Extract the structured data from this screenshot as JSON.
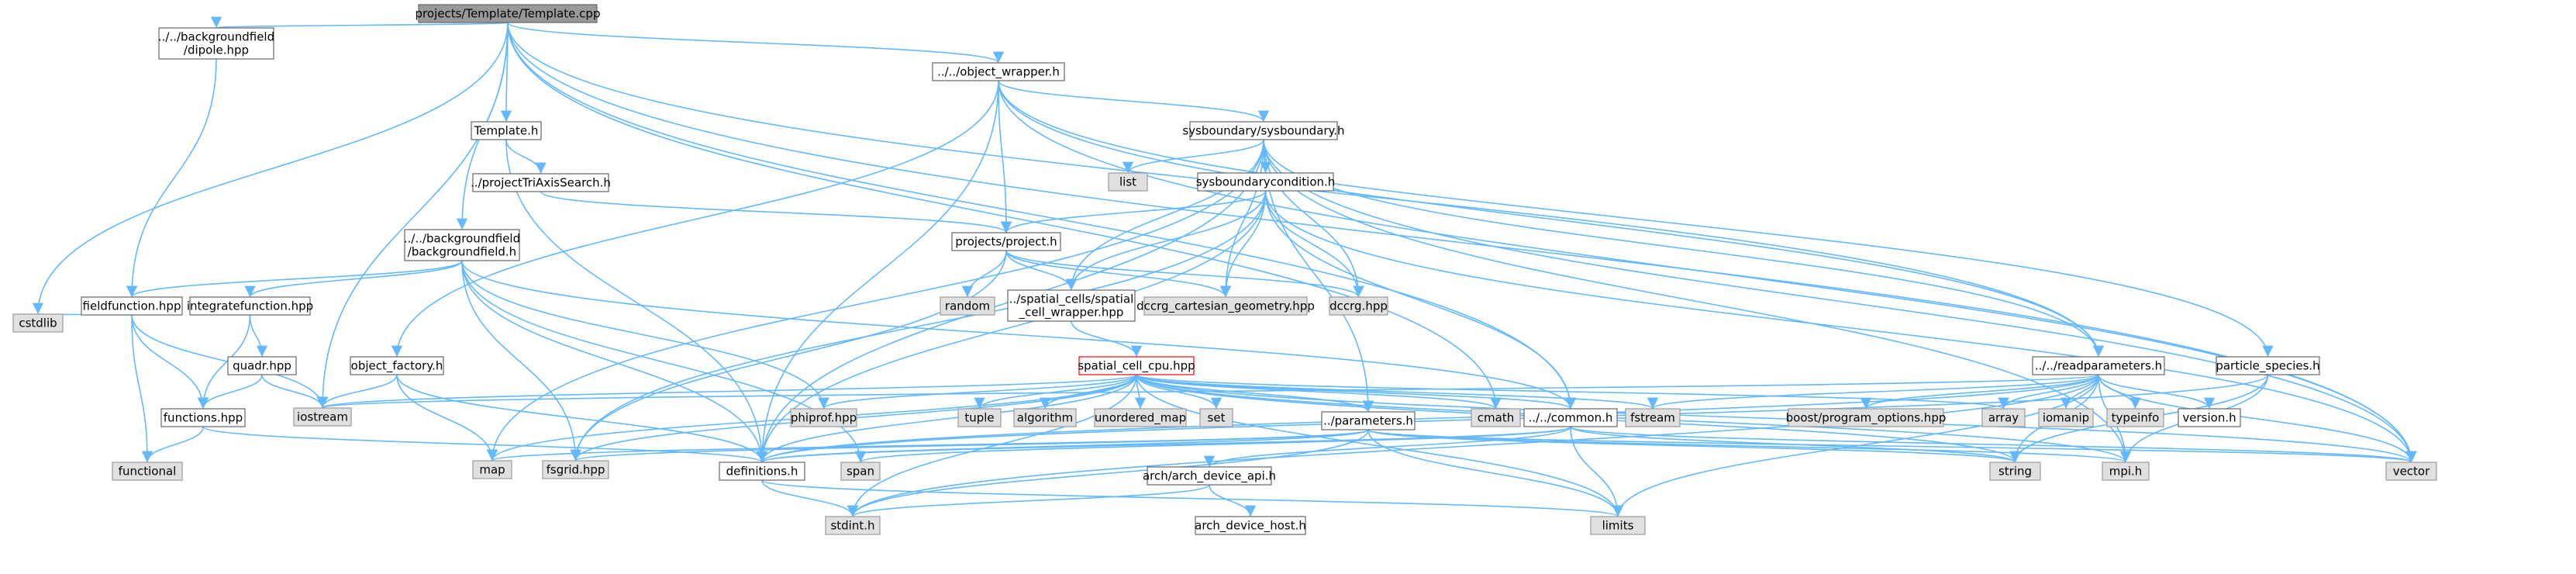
{
  "colors": {
    "root_fill": "#999999",
    "root_stroke": "#666666",
    "plain_fill": "#ffffff",
    "plain_stroke": "#666666",
    "system_fill": "#e0e0e0",
    "system_stroke": "#999999",
    "highlight_fill": "#ffffff",
    "highlight_stroke": "#ff0000",
    "edge": "#63b8ff"
  },
  "nodes": [
    {
      "id": "template_cpp",
      "lines": [
        "projects/Template/Template.cpp"
      ],
      "style": "root"
    },
    {
      "id": "dipole_hpp",
      "lines": [
        "../../backgroundfield",
        "/dipole.hpp"
      ],
      "style": "plain"
    },
    {
      "id": "object_wrapper",
      "lines": [
        "../../object_wrapper.h"
      ],
      "style": "plain"
    },
    {
      "id": "template_h",
      "lines": [
        "Template.h"
      ],
      "style": "plain"
    },
    {
      "id": "sysboundary_h",
      "lines": [
        "sysboundary/sysboundary.h"
      ],
      "style": "plain"
    },
    {
      "id": "tri_axis",
      "lines": [
        "../projectTriAxisSearch.h"
      ],
      "style": "plain"
    },
    {
      "id": "list",
      "lines": [
        "list"
      ],
      "style": "system"
    },
    {
      "id": "sysbcond_h",
      "lines": [
        "sysboundarycondition.h"
      ],
      "style": "plain"
    },
    {
      "id": "backgroundfield_h",
      "lines": [
        "../../backgroundfield",
        "/backgroundfield.h"
      ],
      "style": "plain"
    },
    {
      "id": "project_h",
      "lines": [
        "projects/project.h"
      ],
      "style": "plain"
    },
    {
      "id": "fieldfunction",
      "lines": [
        "fieldfunction.hpp"
      ],
      "style": "plain"
    },
    {
      "id": "integratefunction",
      "lines": [
        "integratefunction.hpp"
      ],
      "style": "plain"
    },
    {
      "id": "random",
      "lines": [
        "random"
      ],
      "style": "system"
    },
    {
      "id": "scw_hpp",
      "lines": [
        "../spatial_cells/spatial",
        "_cell_wrapper.hpp"
      ],
      "style": "plain"
    },
    {
      "id": "dccrg_cart",
      "lines": [
        "dccrg_cartesian_geometry.hpp"
      ],
      "style": "system"
    },
    {
      "id": "dccrg",
      "lines": [
        "dccrg.hpp"
      ],
      "style": "system"
    },
    {
      "id": "cstdlib",
      "lines": [
        "cstdlib"
      ],
      "style": "system"
    },
    {
      "id": "quadr",
      "lines": [
        "quadr.hpp"
      ],
      "style": "plain"
    },
    {
      "id": "object_factory",
      "lines": [
        "object_factory.h"
      ],
      "style": "plain"
    },
    {
      "id": "spatial_cell_cpu",
      "lines": [
        "spatial_cell_cpu.hpp"
      ],
      "style": "highlight"
    },
    {
      "id": "readparameters",
      "lines": [
        "../../readparameters.h"
      ],
      "style": "plain"
    },
    {
      "id": "particle_species",
      "lines": [
        "particle_species.h"
      ],
      "style": "plain"
    },
    {
      "id": "iostream",
      "lines": [
        "iostream"
      ],
      "style": "system"
    },
    {
      "id": "functions",
      "lines": [
        "functions.hpp"
      ],
      "style": "plain"
    },
    {
      "id": "phiprof",
      "lines": [
        "phiprof.hpp"
      ],
      "style": "system"
    },
    {
      "id": "tuple",
      "lines": [
        "tuple"
      ],
      "style": "system"
    },
    {
      "id": "algorithm",
      "lines": [
        "algorithm"
      ],
      "style": "system"
    },
    {
      "id": "unordered_map",
      "lines": [
        "unordered_map"
      ],
      "style": "system"
    },
    {
      "id": "set",
      "lines": [
        "set"
      ],
      "style": "system"
    },
    {
      "id": "cmath",
      "lines": [
        "cmath"
      ],
      "style": "system"
    },
    {
      "id": "common_h",
      "lines": [
        "../../common.h"
      ],
      "style": "plain"
    },
    {
      "id": "fstream",
      "lines": [
        "fstream"
      ],
      "style": "system"
    },
    {
      "id": "boost_po",
      "lines": [
        "boost/program_options.hpp"
      ],
      "style": "system"
    },
    {
      "id": "array",
      "lines": [
        "array"
      ],
      "style": "system"
    },
    {
      "id": "iomanip",
      "lines": [
        "iomanip"
      ],
      "style": "system"
    },
    {
      "id": "typeinfo",
      "lines": [
        "typeinfo"
      ],
      "style": "system"
    },
    {
      "id": "version_h",
      "lines": [
        "version.h"
      ],
      "style": "plain"
    },
    {
      "id": "parameters_h",
      "lines": [
        "../parameters.h"
      ],
      "style": "plain"
    },
    {
      "id": "functional",
      "lines": [
        "functional"
      ],
      "style": "system"
    },
    {
      "id": "map",
      "lines": [
        "map"
      ],
      "style": "system"
    },
    {
      "id": "fsgrid",
      "lines": [
        "fsgrid.hpp"
      ],
      "style": "system"
    },
    {
      "id": "definitions_h",
      "lines": [
        "definitions.h"
      ],
      "style": "plain"
    },
    {
      "id": "span",
      "lines": [
        "span"
      ],
      "style": "system"
    },
    {
      "id": "arch_api",
      "lines": [
        "arch/arch_device_api.h"
      ],
      "style": "plain"
    },
    {
      "id": "string",
      "lines": [
        "string"
      ],
      "style": "system"
    },
    {
      "id": "mpi_h",
      "lines": [
        "mpi.h"
      ],
      "style": "system"
    },
    {
      "id": "vector",
      "lines": [
        "vector"
      ],
      "style": "system"
    },
    {
      "id": "stdint",
      "lines": [
        "stdint.h"
      ],
      "style": "system"
    },
    {
      "id": "arch_host",
      "lines": [
        "arch_device_host.h"
      ],
      "style": "plain"
    },
    {
      "id": "limits",
      "lines": [
        "limits"
      ],
      "style": "system"
    }
  ],
  "edges": [
    [
      "template_cpp",
      "dipole_hpp"
    ],
    [
      "template_cpp",
      "object_wrapper"
    ],
    [
      "template_cpp",
      "template_h"
    ],
    [
      "template_cpp",
      "backgroundfield_h"
    ],
    [
      "template_cpp",
      "iostream"
    ],
    [
      "template_cpp",
      "cstdlib"
    ],
    [
      "template_cpp",
      "common_h"
    ],
    [
      "template_cpp",
      "readparameters"
    ],
    [
      "template_cpp",
      "cmath"
    ],
    [
      "template_cpp",
      "vector"
    ],
    [
      "dipole_hpp",
      "fieldfunction"
    ],
    [
      "object_wrapper",
      "object_factory"
    ],
    [
      "object_wrapper",
      "sysboundary_h"
    ],
    [
      "object_wrapper",
      "project_h"
    ],
    [
      "object_wrapper",
      "definitions_h"
    ],
    [
      "object_wrapper",
      "particle_species"
    ],
    [
      "object_wrapper",
      "vector"
    ],
    [
      "object_wrapper",
      "readparameters"
    ],
    [
      "template_h",
      "tri_axis"
    ],
    [
      "template_h",
      "definitions_h"
    ],
    [
      "tri_axis",
      "project_h"
    ],
    [
      "sysboundary_h",
      "list"
    ],
    [
      "sysboundary_h",
      "sysbcond_h"
    ],
    [
      "sysboundary_h",
      "scw_hpp"
    ],
    [
      "sysboundary_h",
      "dccrg_cart"
    ],
    [
      "sysboundary_h",
      "dccrg"
    ],
    [
      "sysboundary_h",
      "map"
    ],
    [
      "sysboundary_h",
      "parameters_h"
    ],
    [
      "sysboundary_h",
      "definitions_h"
    ],
    [
      "sysboundary_h",
      "readparameters"
    ],
    [
      "sysboundary_h",
      "mpi_h"
    ],
    [
      "sysboundary_h",
      "vector"
    ],
    [
      "sysbcond_h",
      "project_h"
    ],
    [
      "sysbcond_h",
      "scw_hpp"
    ],
    [
      "sysbcond_h",
      "dccrg_cart"
    ],
    [
      "sysbcond_h",
      "dccrg"
    ],
    [
      "sysbcond_h",
      "fsgrid"
    ],
    [
      "sysbcond_h",
      "definitions_h"
    ],
    [
      "sysbcond_h",
      "common_h"
    ],
    [
      "sysbcond_h",
      "vector"
    ],
    [
      "backgroundfield_h",
      "fieldfunction"
    ],
    [
      "backgroundfield_h",
      "integratefunction"
    ],
    [
      "backgroundfield_h",
      "fsgrid"
    ],
    [
      "backgroundfield_h",
      "phiprof"
    ],
    [
      "backgroundfield_h",
      "definitions_h"
    ],
    [
      "backgroundfield_h",
      "common_h"
    ],
    [
      "backgroundfield_h",
      "span"
    ],
    [
      "project_h",
      "random"
    ],
    [
      "project_h",
      "scw_hpp"
    ],
    [
      "project_h",
      "dccrg_cart"
    ],
    [
      "project_h",
      "dccrg"
    ],
    [
      "project_h",
      "fsgrid"
    ],
    [
      "scw_hpp",
      "spatial_cell_cpu"
    ],
    [
      "fieldfunction",
      "cstdlib"
    ],
    [
      "fieldfunction",
      "functions"
    ],
    [
      "fieldfunction",
      "iostream"
    ],
    [
      "fieldfunction",
      "functional"
    ],
    [
      "integratefunction",
      "quadr"
    ],
    [
      "integratefunction",
      "functions"
    ],
    [
      "quadr",
      "functions"
    ],
    [
      "quadr",
      "iostream"
    ],
    [
      "functions",
      "functional"
    ],
    [
      "functions",
      "definitions_h"
    ],
    [
      "object_factory",
      "iostream"
    ],
    [
      "object_factory",
      "map"
    ],
    [
      "object_factory",
      "definitions_h"
    ],
    [
      "spatial_cell_cpu",
      "iostream"
    ],
    [
      "spatial_cell_cpu",
      "phiprof"
    ],
    [
      "spatial_cell_cpu",
      "tuple"
    ],
    [
      "spatial_cell_cpu",
      "algorithm"
    ],
    [
      "spatial_cell_cpu",
      "unordered_map"
    ],
    [
      "spatial_cell_cpu",
      "set"
    ],
    [
      "spatial_cell_cpu",
      "cmath"
    ],
    [
      "spatial_cell_cpu",
      "common_h"
    ],
    [
      "spatial_cell_cpu",
      "fstream"
    ],
    [
      "spatial_cell_cpu",
      "array"
    ],
    [
      "spatial_cell_cpu",
      "parameters_h"
    ],
    [
      "spatial_cell_cpu",
      "definitions_h"
    ],
    [
      "spatial_cell_cpu",
      "map"
    ],
    [
      "spatial_cell_cpu",
      "fsgrid"
    ],
    [
      "spatial_cell_cpu",
      "stdint"
    ],
    [
      "spatial_cell_cpu",
      "limits"
    ],
    [
      "spatial_cell_cpu",
      "mpi_h"
    ],
    [
      "spatial_cell_cpu",
      "vector"
    ],
    [
      "spatial_cell_cpu",
      "string"
    ],
    [
      "readparameters",
      "fstream"
    ],
    [
      "readparameters",
      "boost_po"
    ],
    [
      "readparameters",
      "array"
    ],
    [
      "readparameters",
      "iomanip"
    ],
    [
      "readparameters",
      "typeinfo"
    ],
    [
      "readparameters",
      "version_h"
    ],
    [
      "readparameters",
      "iostream"
    ],
    [
      "readparameters",
      "string"
    ],
    [
      "readparameters",
      "mpi_h"
    ],
    [
      "readparameters",
      "vector"
    ],
    [
      "readparameters",
      "stdint"
    ],
    [
      "readparameters",
      "limits"
    ],
    [
      "readparameters",
      "definitions_h"
    ],
    [
      "particle_species",
      "string"
    ],
    [
      "particle_species",
      "definitions_h"
    ],
    [
      "particle_species",
      "mpi_h"
    ],
    [
      "parameters_h",
      "map"
    ],
    [
      "parameters_h",
      "fsgrid"
    ],
    [
      "parameters_h",
      "definitions_h"
    ],
    [
      "parameters_h",
      "string"
    ],
    [
      "parameters_h",
      "vector"
    ],
    [
      "parameters_h",
      "limits"
    ],
    [
      "parameters_h",
      "mpi_h"
    ],
    [
      "parameters_h",
      "stdint"
    ],
    [
      "common_h",
      "arch_api"
    ],
    [
      "common_h",
      "span"
    ],
    [
      "common_h",
      "definitions_h"
    ],
    [
      "common_h",
      "vector"
    ],
    [
      "common_h",
      "limits"
    ],
    [
      "common_h",
      "string"
    ],
    [
      "definitions_h",
      "stdint"
    ],
    [
      "definitions_h",
      "limits"
    ],
    [
      "arch_api",
      "arch_host"
    ],
    [
      "arch_api",
      "stdint"
    ]
  ]
}
